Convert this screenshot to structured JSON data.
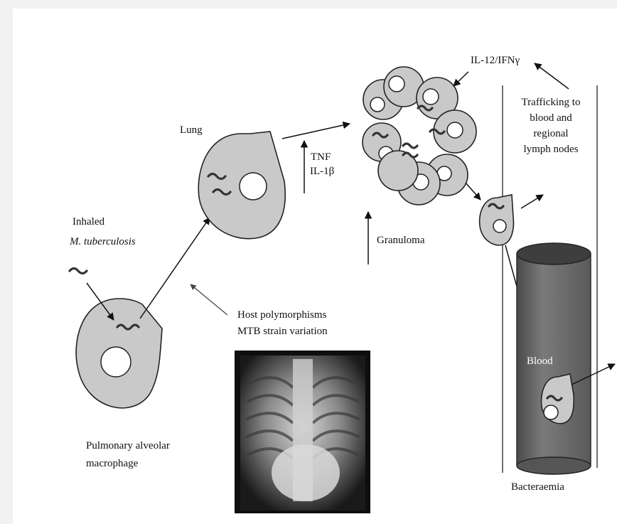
{
  "labels": {
    "inhaled": "Inhaled",
    "organism": "M. tuberculosis",
    "lung": "Lung",
    "tnf": "TNF",
    "il1b": "IL-1β",
    "il12": "IL-12/IFNγ",
    "trafficking": [
      "Trafficking to",
      "blood and",
      "regional",
      "lymph nodes"
    ],
    "granuloma": "Granuloma",
    "host": [
      "Host polymorphisms",
      "MTB strain variation"
    ],
    "macrophage": [
      "Pulmonary alveolar",
      "macrophage"
    ],
    "blood": "Blood",
    "bacteraemia": "Bacteraemia"
  },
  "colors": {
    "cell_fill": "#c9c9c9",
    "vessel": "#666666",
    "bacterium": "#333333",
    "background": "#ffffff",
    "frame": "#f2f2f2"
  },
  "images": {
    "xray": "chest-radiograph"
  }
}
